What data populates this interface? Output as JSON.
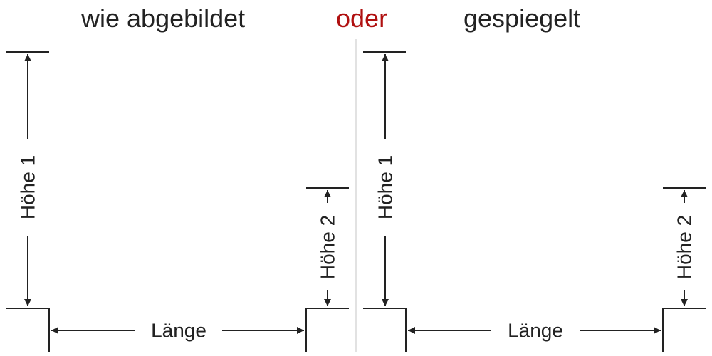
{
  "headings": {
    "left": "wie abgebildet",
    "middle": "oder",
    "right": "gespiegelt"
  },
  "labels": {
    "height_1": "Höhe 1",
    "height_2": "Höhe 2",
    "length": "Länge"
  },
  "colors": {
    "ink": "#222222",
    "accent": "#b01010",
    "divider": "#d8d8d8",
    "background": "#ffffff"
  }
}
